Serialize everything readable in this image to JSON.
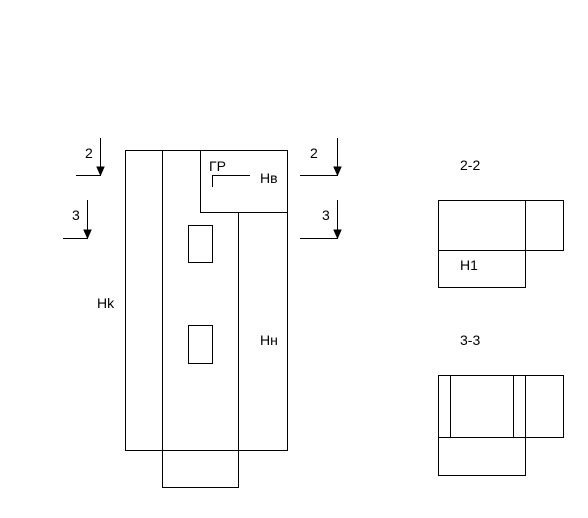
{
  "diagram": {
    "line_color": "#000000",
    "background": "#ffffff",
    "main_view": {
      "section_marks": {
        "left_top": "2",
        "left_bottom": "3",
        "right_top": "2",
        "right_bottom": "3"
      },
      "labels": {
        "gr": "ГР",
        "hv": "Нв",
        "hk": "Нk",
        "hn": "Нн"
      }
    },
    "section_2_2": {
      "title": "2-2",
      "label": "Н1"
    },
    "section_3_3": {
      "title": "3-3"
    }
  }
}
